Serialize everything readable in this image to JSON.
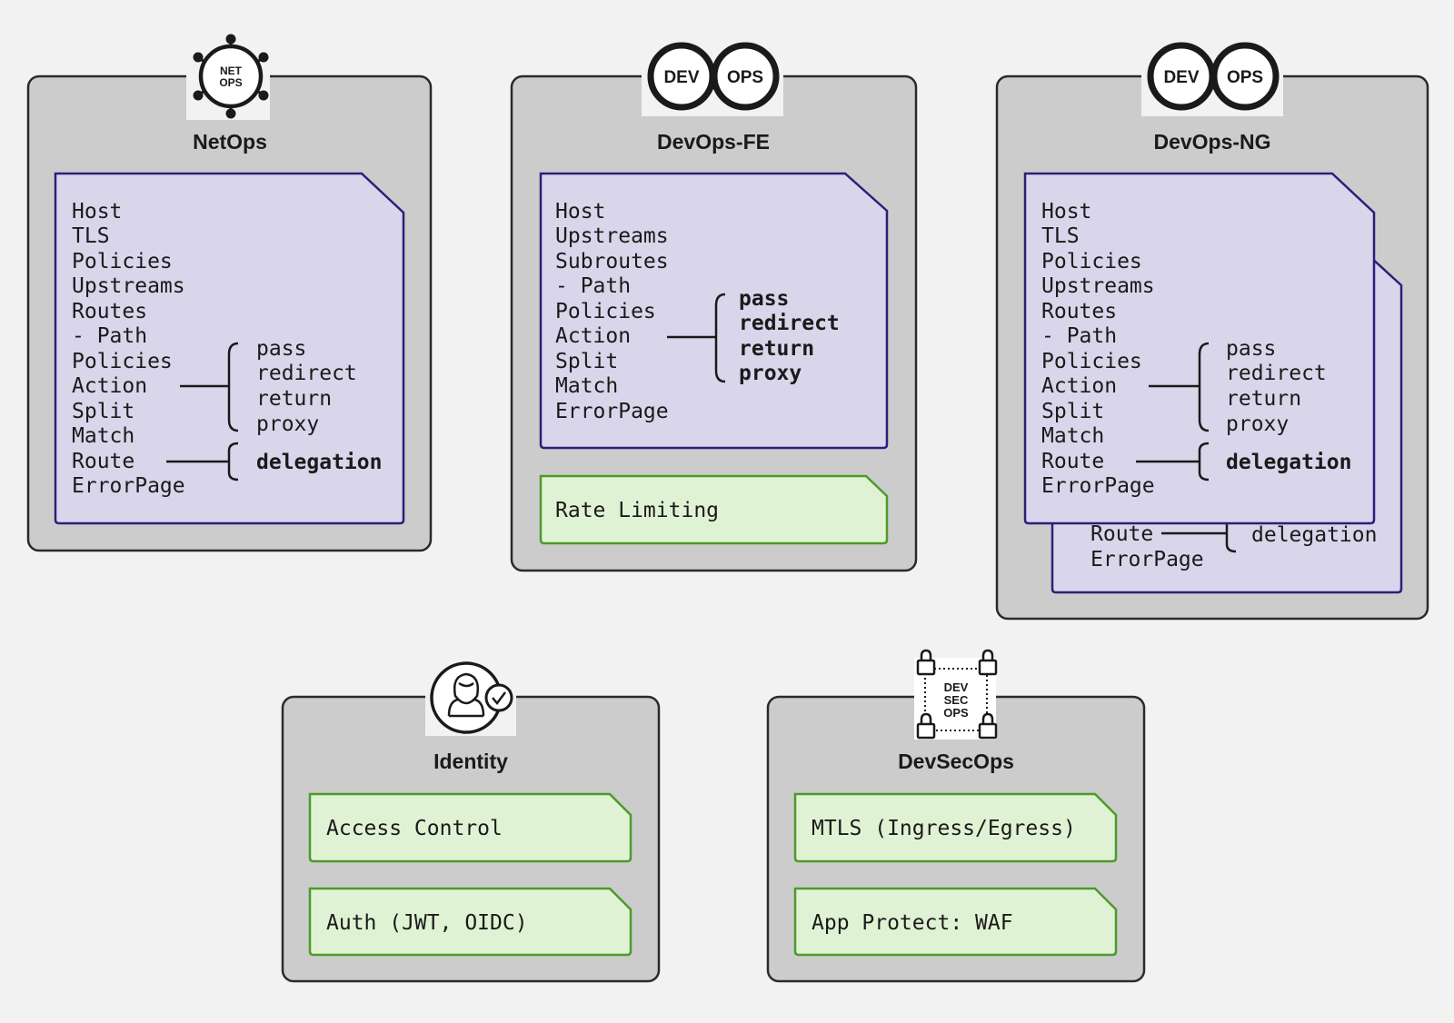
{
  "colors": {
    "background": "#f2f2f2",
    "team_box_fill": "#cccccc",
    "team_box_stroke": "#2a2a2a",
    "resource_fill": "#d9d5ea",
    "resource_stroke": "#2b1f7a",
    "policy_fill": "#e0f2d4",
    "policy_stroke": "#4c9a2a",
    "text": "#1a1a1a"
  },
  "teams": {
    "netops": {
      "title": "NetOps",
      "icon": "netops-icon",
      "icon_label": [
        "NET",
        "OPS"
      ],
      "lines": [
        "Host",
        "TLS",
        "Policies",
        "Upstreams",
        "Routes",
        "- Path",
        "  Policies",
        "  Action",
        "  Split",
        "  Match",
        "  Route",
        "  ErrorPage"
      ],
      "action_options": [
        "pass",
        "redirect",
        "return",
        "proxy"
      ],
      "route_option": "delegation"
    },
    "devops_fe": {
      "title": "DevOps-FE",
      "icon": "dev-ops-icon",
      "icon_labels": [
        "DEV",
        "OPS"
      ],
      "lines": [
        "Host",
        "Upstreams",
        "Subroutes",
        "- Path",
        "  Policies",
        "  Action",
        "  Split",
        "  Match",
        "  ErrorPage"
      ],
      "action_options": [
        "pass",
        "redirect",
        "return",
        "proxy"
      ],
      "policy": "Rate Limiting"
    },
    "devops_ng": {
      "title": "DevOps-NG",
      "icon": "dev-ops-icon",
      "icon_labels": [
        "DEV",
        "OPS"
      ],
      "lines": [
        "Host",
        "TLS",
        "Policies",
        "Upstreams",
        "Routes",
        "- Path",
        "  Policies",
        "  Action",
        "  Split",
        "  Match",
        "  Route",
        "  ErrorPage"
      ],
      "action_options": [
        "pass",
        "redirect",
        "return",
        "proxy"
      ],
      "route_option": "delegation",
      "back_lines": [
        "Route",
        "ErrorPage"
      ],
      "back_route_option": "delegation"
    },
    "identity": {
      "title": "Identity",
      "icon": "identity-user-check-icon",
      "policies": [
        "Access Control",
        "Auth (JWT, OIDC)"
      ]
    },
    "devsecops": {
      "title": "DevSecOps",
      "icon": "devsecops-lock-icon",
      "icon_label": [
        "DEV",
        "SEC",
        "OPS"
      ],
      "policies": [
        "MTLS (Ingress/Egress)",
        "App Protect: WAF"
      ]
    }
  }
}
